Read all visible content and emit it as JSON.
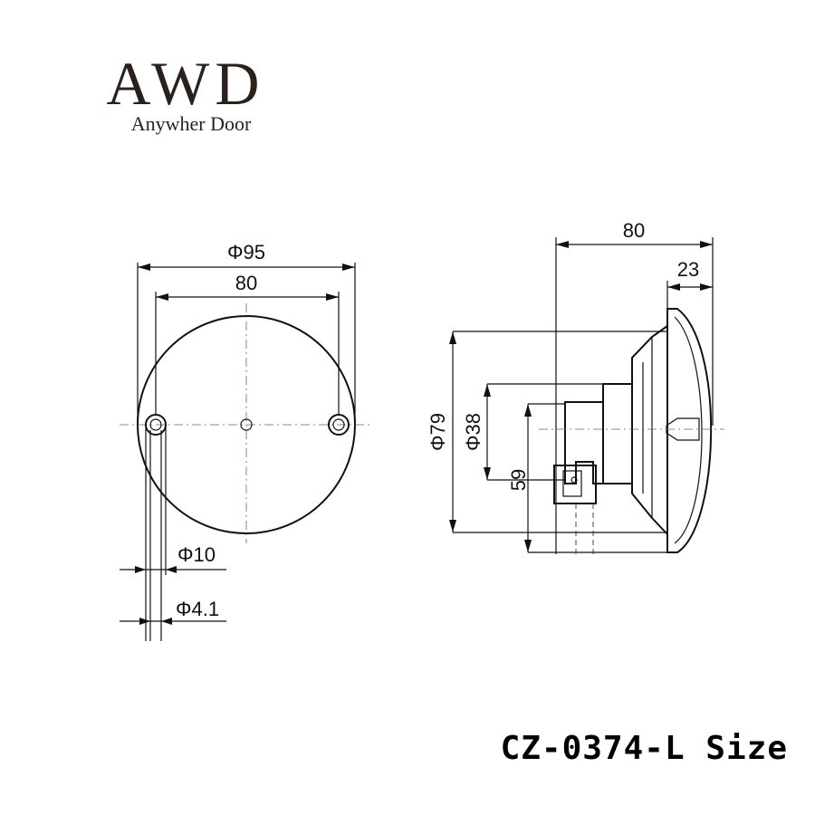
{
  "logo": {
    "mark": "AWD",
    "tagline": "Anywher Door"
  },
  "front_view": {
    "dim_outer": "Φ95",
    "dim_hole_spacing": "80",
    "dim_screw_head": "Φ10",
    "dim_screw_hole": "Φ4.1"
  },
  "side_view": {
    "dim_depth": "80",
    "dim_knob": "23",
    "dim_rose": "Φ79",
    "dim_shank": "Φ38",
    "dim_offset": "59"
  },
  "model": {
    "label": "CZ-0374-L Size"
  }
}
